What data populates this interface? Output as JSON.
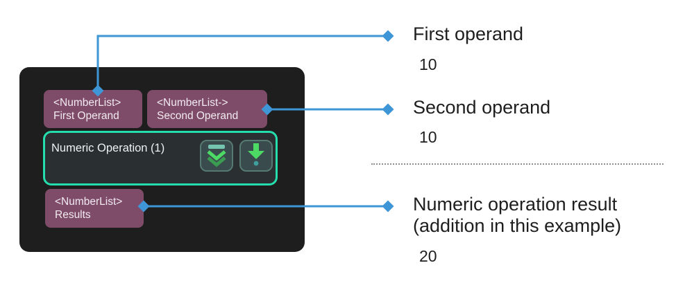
{
  "canvas": {
    "nodes": {
      "first_operand": {
        "type": "<NumberList>",
        "name": "First Operand"
      },
      "second_operand": {
        "type": "<NumberList->",
        "name": "Second Operand"
      },
      "results": {
        "type": "<NumberList>",
        "name": "Results"
      }
    },
    "operation": {
      "label": "Numeric Operation (1)",
      "buttons": [
        {
          "icon": "collapse-chevrons-icon"
        },
        {
          "icon": "insert-arrow-icon"
        }
      ]
    }
  },
  "annotations": [
    {
      "label": "First operand",
      "value": "10"
    },
    {
      "label": "Second operand",
      "value": "10"
    },
    {
      "label": "Numeric operation result (addition in this example)",
      "value": "20"
    }
  ],
  "colors": {
    "panel_bg": "#1e1e1e",
    "node_bg": "#7e4c69",
    "node_text": "#f2eaf0",
    "operation_border": "#24dfad",
    "operation_bg": "#2a2f31",
    "button_bg": "#3a4b4d",
    "button_border": "#567a72",
    "icon_green": "#4cd964",
    "icon_green_dim": "#3c9b52",
    "icon_teal": "#74c4b0",
    "connector_blue": "#3e96d6",
    "annotation_text": "#1e1e1e",
    "separator_gray": "#8c8c8c"
  }
}
